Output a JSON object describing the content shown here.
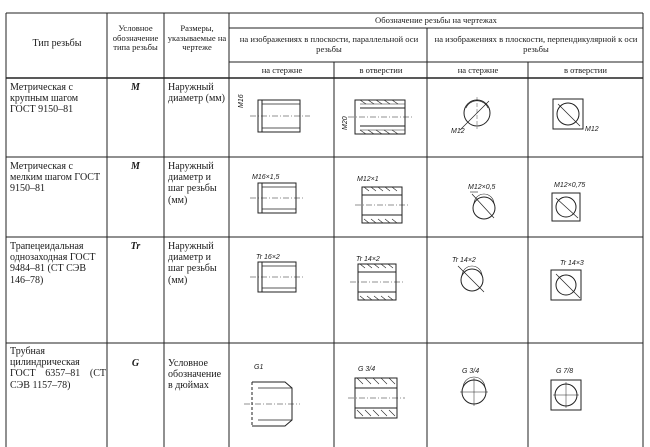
{
  "header": {
    "col_type": "Тип резьбы",
    "col_symbol": "Условное обозначение типа резьбы",
    "col_sizes": "Размеры, указываемые на чертеже",
    "col_designation": "Обозначение резьбы на чертежах",
    "group_parallel": "на изображениях в плоскости, параллельной оси резьбы",
    "group_perpendicular": "на изображениях в плоскости, перпендикулярной к оси резьбы",
    "sub_rod": "на стержне",
    "sub_hole": "в отверстии"
  },
  "rows": [
    {
      "type": "Метрическая с крупным шагом ГОСТ 9150–81",
      "symbol": "M",
      "sizes": "Наружный диаметр (мм)",
      "labels": [
        "M16",
        "M20",
        "M12",
        "M12"
      ]
    },
    {
      "type": "Метрическая с мелким шагом ГОСТ 9150–81",
      "symbol": "M",
      "sizes": "Наружный диаметр и шаг резьбы (мм)",
      "labels": [
        "M16×1,5",
        "M12×1",
        "M12×0,5",
        "M12×0,75"
      ]
    },
    {
      "type": "Трапецеидальная однозаходная ГОСТ 9484–81 (СТ СЭВ 146–78)",
      "symbol": "Tr",
      "sizes": "Наружный диаметр и шаг резьбы (мм)",
      "labels": [
        "Tr 16×2",
        "Tr 14×2",
        "Tr 14×2",
        "Tr 14×3"
      ]
    },
    {
      "type": "Трубная цилиндрическая ГОСТ 6357–81 (СТ СЭВ 1157–78)",
      "symbol": "G",
      "sizes": "Условное обозначение в дюймах",
      "labels": [
        "G1",
        "G 3/4",
        "G 3/4",
        "G 7/8"
      ]
    }
  ]
}
